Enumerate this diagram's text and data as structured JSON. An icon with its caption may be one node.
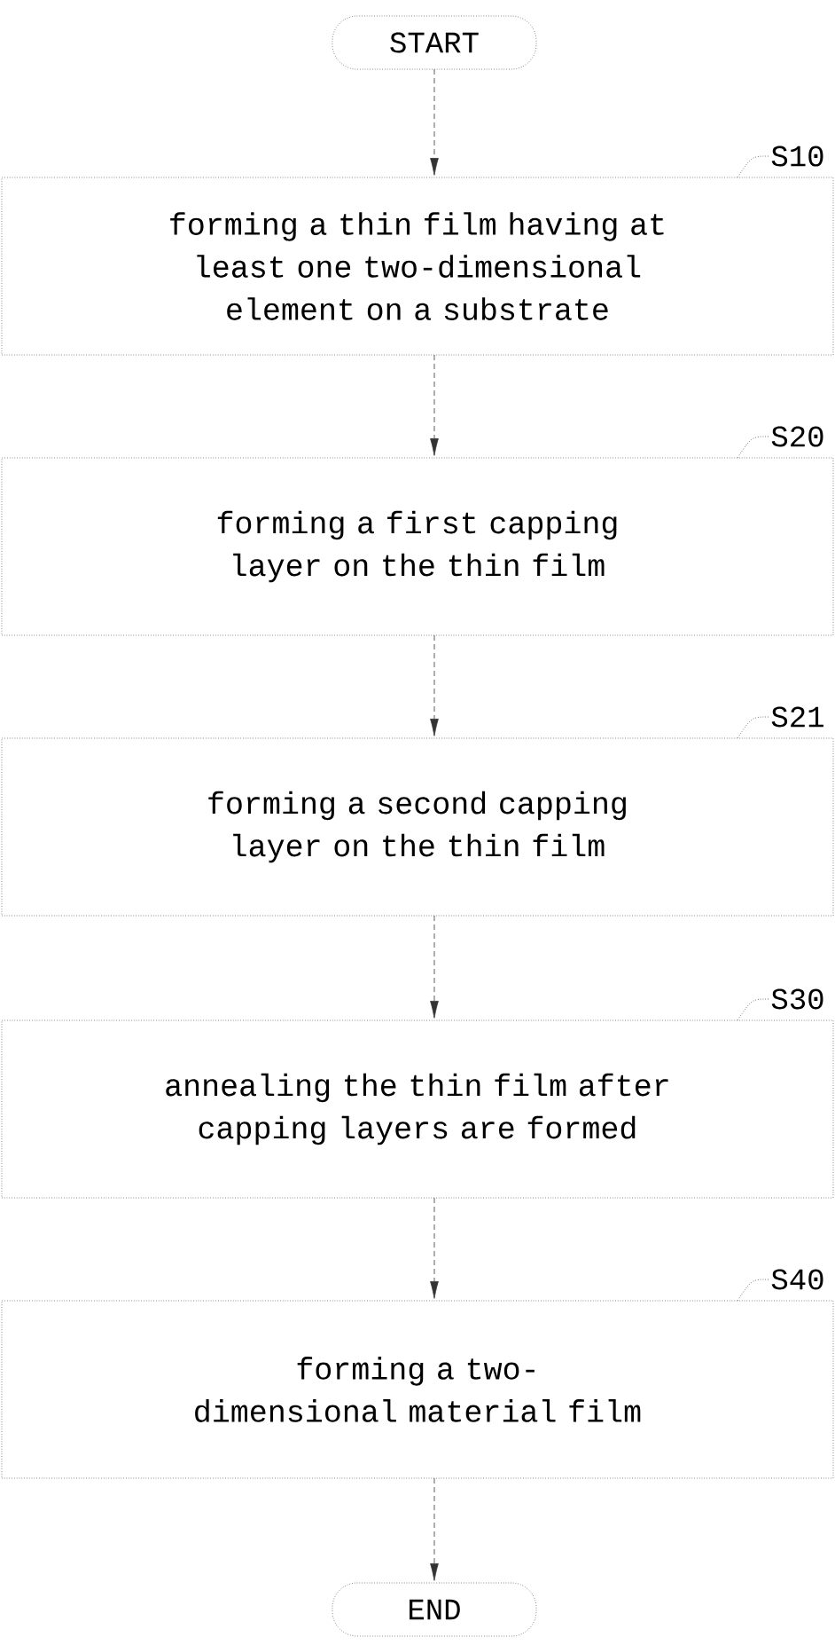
{
  "diagram": {
    "nodes": [
      {
        "text": [
          "START"
        ]
      },
      {
        "text": [
          "S10"
        ]
      },
      {
        "text": [
          "forming a thin film having at least one two-dimensional element on a substrate"
        ]
      },
      {
        "text": [
          "S20"
        ]
      },
      {
        "text": [
          "forming a first capping layer on the thin film"
        ]
      },
      {
        "text": [
          "S21"
        ]
      },
      {
        "text": [
          "forming a second capping layer on the thin film"
        ]
      },
      {
        "text": [
          "S30"
        ]
      },
      {
        "text": [
          "annealing the thin film after capping layers are formed"
        ]
      },
      {
        "text": [
          "S40"
        ]
      },
      {
        "text": [
          "forming a two-dimensional material film"
        ]
      },
      {
        "text": [
          "END"
        ]
      }
    ],
    "edges": [
      {
        "from": 0,
        "to": 2,
        "arrow": "to"
      },
      {
        "from": 2,
        "to": 4,
        "arrow": "to"
      },
      {
        "from": 4,
        "to": 6,
        "arrow": "to"
      },
      {
        "from": 6,
        "to": 8,
        "arrow": "to"
      },
      {
        "from": 8,
        "to": 10,
        "arrow": "to"
      },
      {
        "from": 10,
        "to": 11,
        "arrow": "to"
      },
      {
        "from": 1,
        "to": 2,
        "arrow": "none"
      },
      {
        "from": 3,
        "to": 4,
        "arrow": "none"
      },
      {
        "from": 5,
        "to": 6,
        "arrow": "none"
      },
      {
        "from": 7,
        "to": 8,
        "arrow": "none"
      },
      {
        "from": 9,
        "to": 10,
        "arrow": "none"
      }
    ]
  }
}
